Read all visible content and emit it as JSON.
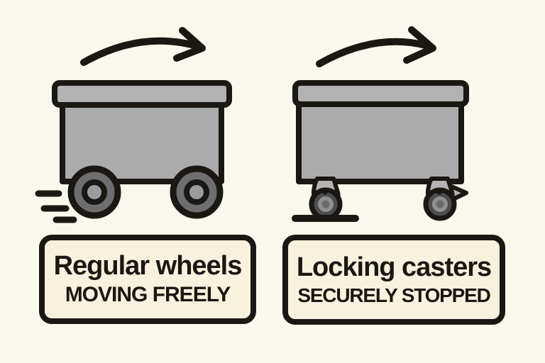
{
  "figure_title": "Regular wheels vs locking casters comparison",
  "colors": {
    "background": "#faf7ec",
    "ink": "#1b1713",
    "cart_fill": "#ababab",
    "lid_fill": "#b2b2b2",
    "tire_fill": "#6e6e6e",
    "hub_fill": "#9c9c9c",
    "caster_tire": "#4d4d4d",
    "caster_hub": "#909090",
    "caster_center": "#6a6a6a",
    "fork_fill": "#b4b4b4",
    "label_fill": "#f8f1dd"
  },
  "left_panel": {
    "caption_line1": "Regular wheels",
    "caption_line2": "MOVING FREELY"
  },
  "right_panel": {
    "caption_line1": "Locking casters",
    "caption_line2": "SECURELY STOPPED"
  }
}
